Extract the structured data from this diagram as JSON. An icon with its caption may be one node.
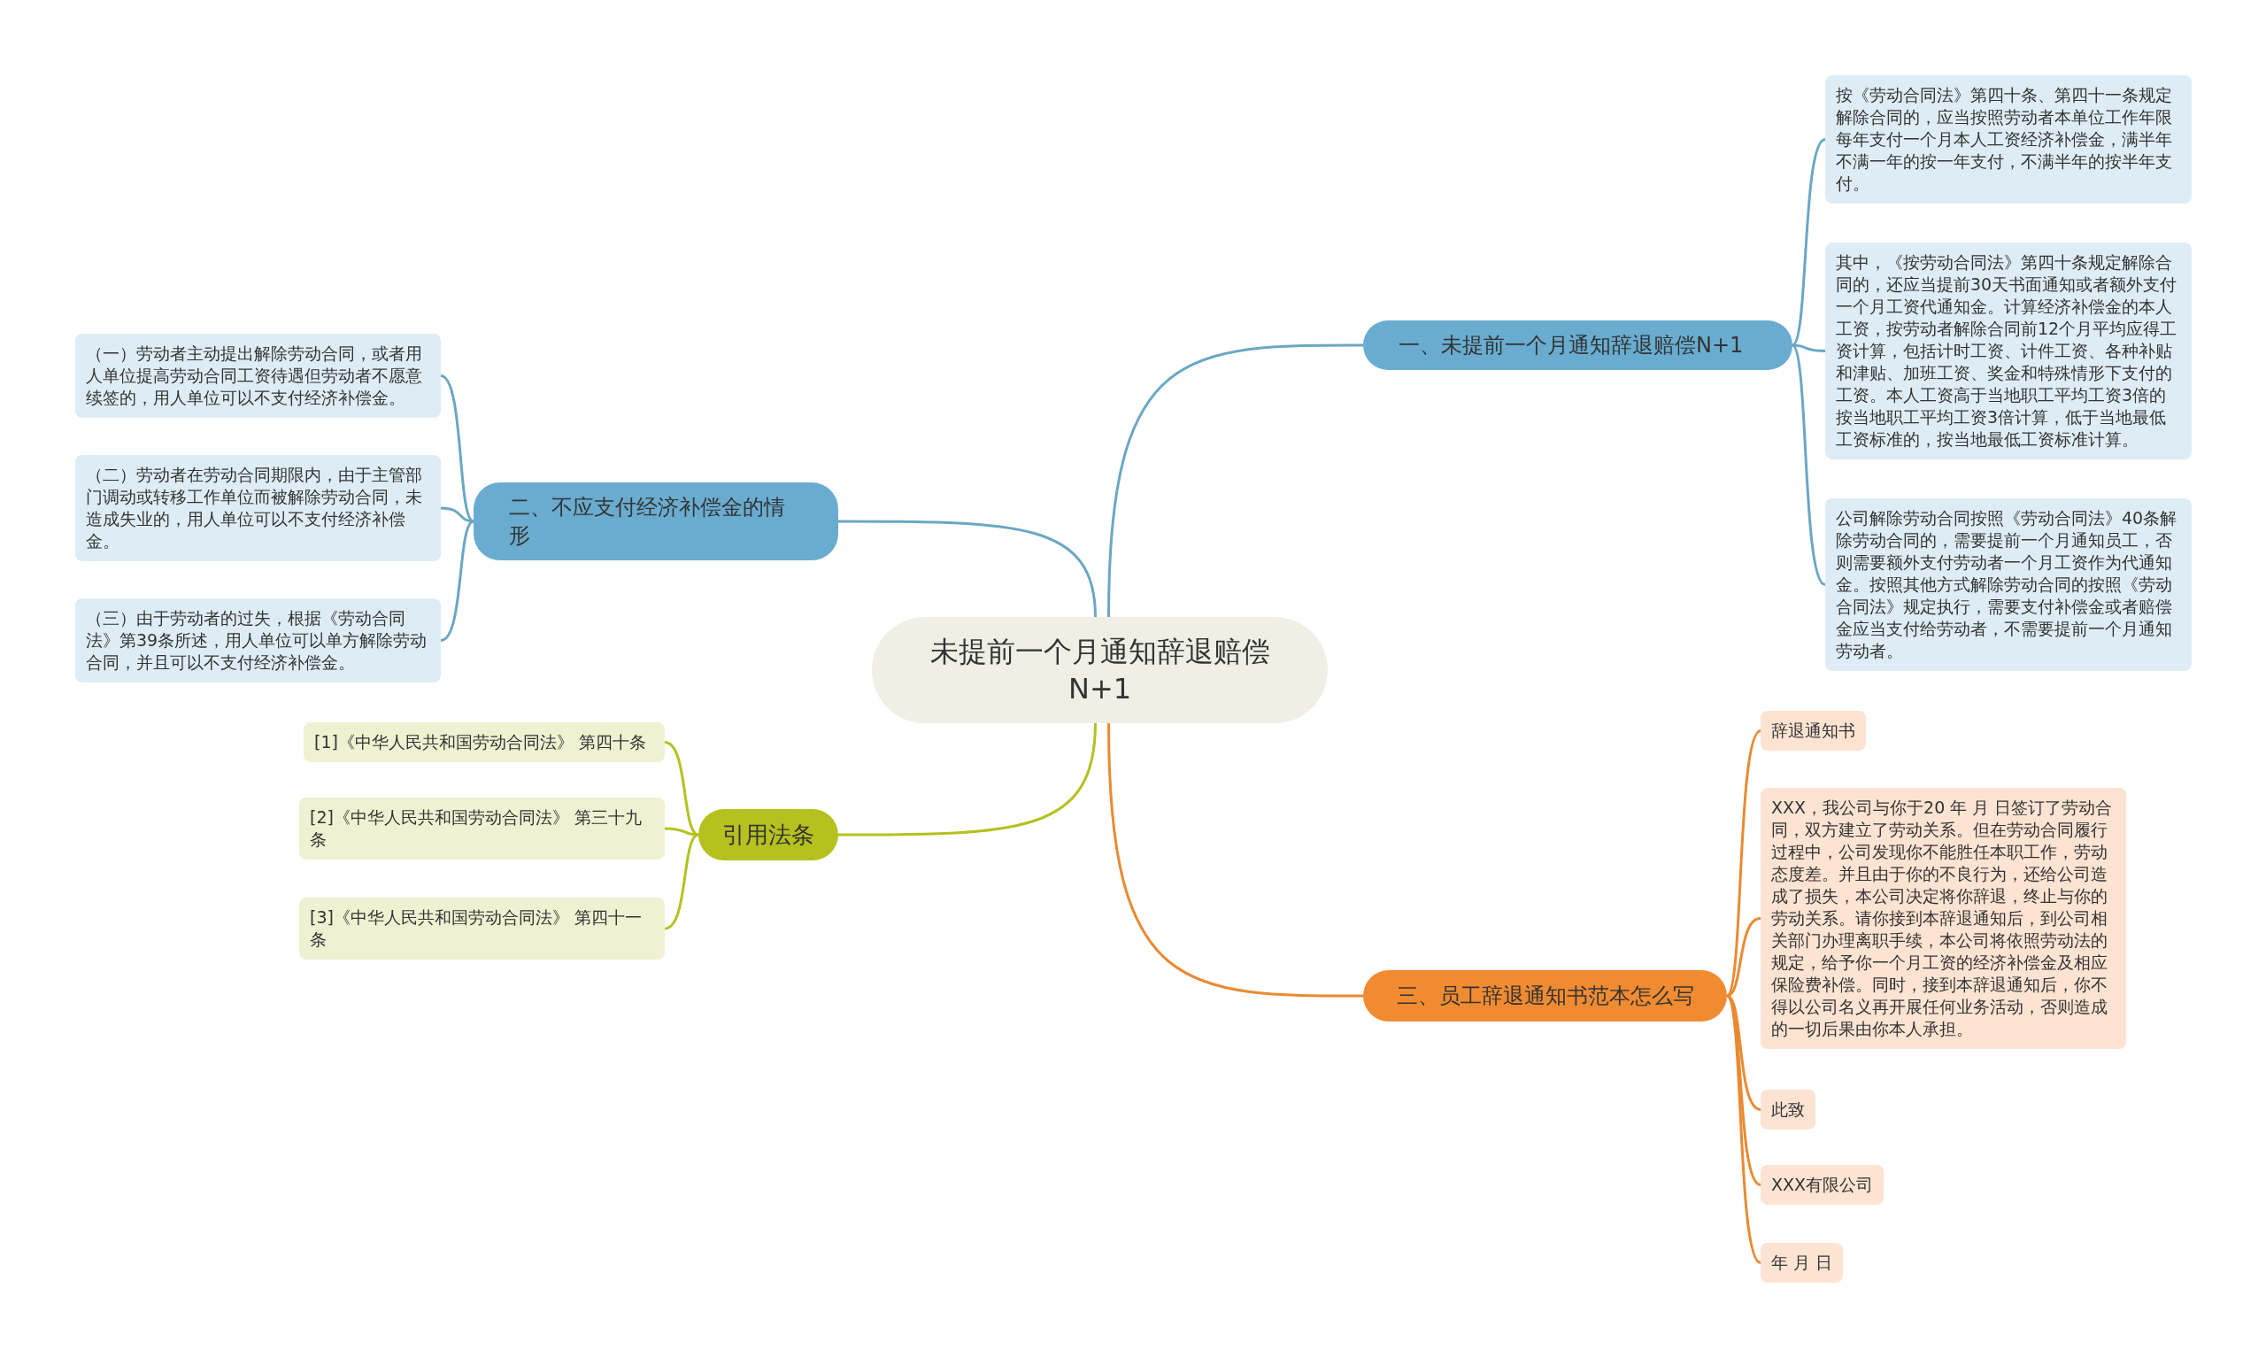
{
  "diagram": {
    "nodes": [
      {
        "text": [
          "未提前一个月通知辞退赔偿N+1"
        ]
      },
      {
        "text": [
          "一、未提前一个月通知辞退赔偿N+1"
        ]
      },
      {
        "text": [
          "按《劳动合同法》第四十条、第四十一条规定解除合同的，应当按照劳动者本单位工作年限每年支付一个月本人工资经济补偿金，满半年不满一年的按一年支付，不满半年的按半年支付。"
        ]
      },
      {
        "text": [
          "其中，《按劳动合同法》第四十条规定解除合同的，还应当提前30天书面通知或者额外支付一个月工资代通知金。计算经济补偿金的本人工资，按劳动者解除合同前12个月平均应得工资计算，包括计时工资、计件工资、各种补贴和津贴、加班工资、奖金和特殊情形下支付的工资。本人工资高于当地职工平均工资3倍的按当地职工平均工资3倍计算，低于当地最低工资标准的，按当地最低工资标准计算。"
        ]
      },
      {
        "text": [
          "公司解除劳动合同按照《劳动合同法》40条解除劳动合同的，需要提前一个月通知员工，否则需要额外支付劳动者一个月工资作为代通知金。按照其他方式解除劳动合同的按照《劳动合同法》规定执行，需要支付补偿金或者赔偿金应当支付给劳动者，不需要提前一个月通知劳动者。"
        ]
      },
      {
        "text": [
          "二、不应支付经济补偿金的情形"
        ]
      },
      {
        "text": [
          "（一）劳动者主动提出解除劳动合同，或者用人单位提高劳动合同工资待遇但劳动者不愿意续签的，用人单位可以不支付经济补偿金。"
        ]
      },
      {
        "text": [
          "（二）劳动者在劳动合同期限内，由于主管部门调动或转移工作单位而被解除劳动合同，未造成失业的，用人单位可以不支付经济补偿金。"
        ]
      },
      {
        "text": [
          "（三）由于劳动者的过失，根据《劳动合同法》第39条所述，用人单位可以单方解除劳动合同，并且可以不支付经济补偿金。"
        ]
      },
      {
        "text": [
          "引用法条"
        ]
      },
      {
        "text": [
          "[1]《中华人民共和国劳动合同法》 第四十条"
        ]
      },
      {
        "text": [
          "[2]《中华人民共和国劳动合同法》 第三十九条"
        ]
      },
      {
        "text": [
          "[3]《中华人民共和国劳动合同法》 第四十一条"
        ]
      },
      {
        "text": [
          "三、员工辞退通知书范本怎么写"
        ]
      },
      {
        "text": [
          "辞退通知书"
        ]
      },
      {
        "text": [
          "XXX，我公司与你于20 年 月 日签订了劳动合同，双方建立了劳动关系。但在劳动合同履行过程中，公司发现你不能胜任本职工作，劳动态度差。并且由于你的不良行为，还给公司造成了损失，本公司决定将你辞退，终止与你的劳动关系。请你接到本辞退通知后，到公司相关部门办理离职手续，本公司将依照劳动法的规定，给予你一个月工资的经济补偿金及相应保险费补偿。同时，接到本辞退通知后，你不得以公司名义再开展任何业务活动，否则造成的一切后果由你本人承担。"
        ]
      },
      {
        "text": [
          "此致"
        ]
      },
      {
        "text": [
          "XXX有限公司"
        ]
      },
      {
        "text": [
          "年 月 日"
        ]
      }
    ],
    "edges": [
      {
        "from": 0,
        "to": 1,
        "arrow": "none"
      },
      {
        "from": 1,
        "to": 2,
        "arrow": "none"
      },
      {
        "from": 1,
        "to": 3,
        "arrow": "none"
      },
      {
        "from": 1,
        "to": 4,
        "arrow": "none"
      },
      {
        "from": 0,
        "to": 5,
        "arrow": "none"
      },
      {
        "from": 5,
        "to": 6,
        "arrow": "none"
      },
      {
        "from": 5,
        "to": 7,
        "arrow": "none"
      },
      {
        "from": 5,
        "to": 8,
        "arrow": "none"
      },
      {
        "from": 0,
        "to": 9,
        "arrow": "none",
        "color": "#b5c11e"
      },
      {
        "from": 9,
        "to": 10,
        "arrow": "none",
        "color": "#b5c11e"
      },
      {
        "from": 9,
        "to": 11,
        "arrow": "none",
        "color": "#b5c11e"
      },
      {
        "from": 9,
        "to": 12,
        "arrow": "none",
        "color": "#b5c11e"
      },
      {
        "from": 0,
        "to": 13,
        "arrow": "none",
        "color": "#e98a32"
      },
      {
        "from": 13,
        "to": 14,
        "arrow": "none",
        "color": "#e98a32"
      },
      {
        "from": 13,
        "to": 15,
        "arrow": "none",
        "color": "#e98a32"
      },
      {
        "from": 13,
        "to": 16,
        "arrow": "none",
        "color": "#e98a32"
      },
      {
        "from": 13,
        "to": 17,
        "arrow": "none",
        "color": "#e98a32"
      },
      {
        "from": 13,
        "to": 18,
        "arrow": "none",
        "color": "#e98a32"
      }
    ]
  }
}
